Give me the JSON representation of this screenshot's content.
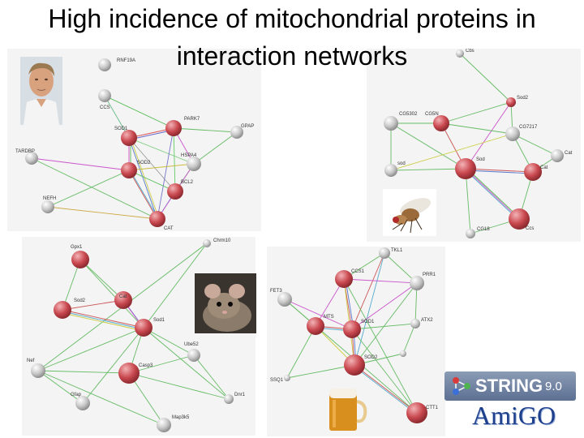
{
  "slide": {
    "title": "High incidence of mitochondrial proteins in interaction networks"
  },
  "panels": {
    "human": {
      "nodes": [
        "RNF19A",
        "CCS",
        "PARK7",
        "GPAP",
        "SOD1",
        "TARDBP",
        "SOD2",
        "HSPA4",
        "BCL2",
        "NEFH",
        "CAT"
      ]
    },
    "fly": {
      "nodes": [
        "Cbs",
        "Sod2",
        "CG5302",
        "CG5N",
        "CG7217",
        "Sod",
        "Cat",
        "sod",
        "Cat",
        "Ccs",
        "CG18"
      ]
    },
    "mouse": {
      "nodes": [
        "Gpx1",
        "Chrm10",
        "Cat",
        "Sod2",
        "Sod1",
        "Ube52",
        "Nef",
        "Casp3",
        "Gfap",
        "Dnr1",
        "Map3k5"
      ]
    },
    "yeast": {
      "nodes": [
        "TKL1",
        "CCS1",
        "PRR1",
        "FET3",
        "MTS",
        "SOD1",
        "ATX2",
        "SOD2",
        "SSQ1",
        "CTT1"
      ]
    }
  },
  "logos": {
    "string_text": "STRING",
    "string_version": "9.0",
    "amigo_text": "AmiGO"
  },
  "colors": {
    "mito_node": "#c9484f",
    "other_node": "#c7c7c7",
    "panel_bg": "#f3f4f3",
    "string_logo": "#6d7f9f",
    "amigo_blue": "#1d3f8c"
  }
}
